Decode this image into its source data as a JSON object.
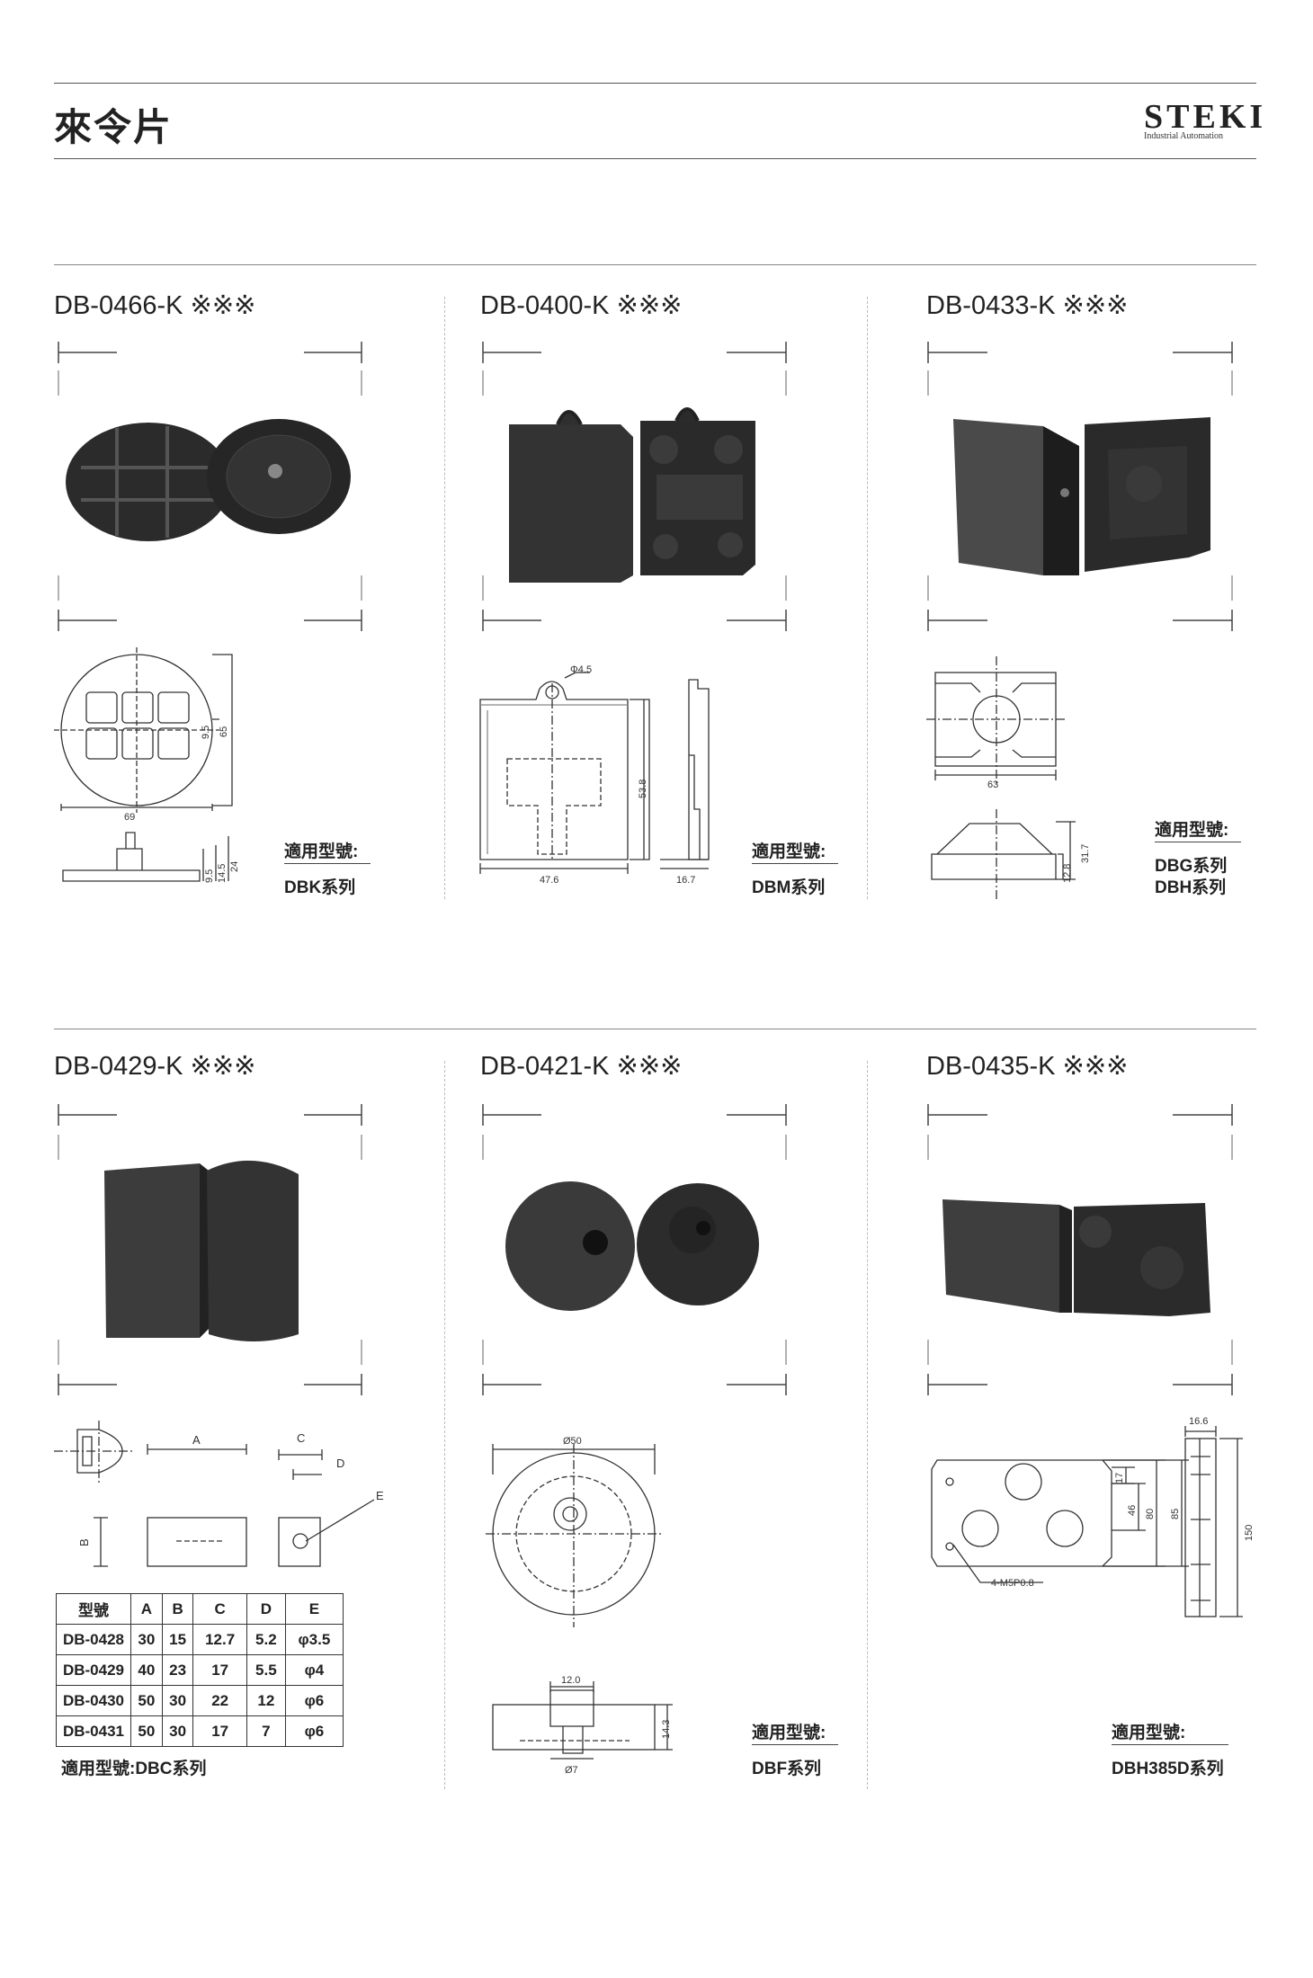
{
  "header": {
    "title": "來令片",
    "logo_word": "STEKI",
    "logo_sub": "Industrial Automation"
  },
  "products": [
    {
      "model": "DB-0466-K ※※※",
      "apply_label": "適用型號:",
      "apply_values": [
        "DBK系列"
      ],
      "dims": [
        "69",
        "9.5",
        "65",
        "9.5",
        "14.5",
        "24"
      ]
    },
    {
      "model": "DB-0400-K ※※※",
      "apply_label": "適用型號:",
      "apply_values": [
        "DBM系列"
      ],
      "dims": [
        "Φ4.5",
        "53.8",
        "47.6",
        "16.7"
      ]
    },
    {
      "model": "DB-0433-K ※※※",
      "apply_label": "適用型號:",
      "apply_values": [
        "DBG系列",
        "DBH系列"
      ],
      "dims": [
        "63",
        "12.8",
        "31.7"
      ]
    },
    {
      "model": "DB-0429-K ※※※",
      "apply_label": "適用型號:DBC系列",
      "dims": [
        "A",
        "B",
        "C",
        "D",
        "E"
      ]
    },
    {
      "model": "DB-0421-K ※※※",
      "apply_label": "適用型號:",
      "apply_values": [
        "DBF系列"
      ],
      "dims": [
        "Ø50",
        "12.0",
        "14.3",
        "Ø7"
      ]
    },
    {
      "model": "DB-0435-K ※※※",
      "apply_label": "適用型號:",
      "apply_values": [
        "DBH385D系列"
      ],
      "dims": [
        "16.6",
        "17",
        "46",
        "80",
        "85",
        "150",
        "4-M5P0.8"
      ]
    }
  ],
  "spec_table": {
    "headers": [
      "型號",
      "A",
      "B",
      "C",
      "D",
      "E"
    ],
    "rows": [
      [
        "DB-0428",
        "30",
        "15",
        "12.7",
        "5.2",
        "φ3.5"
      ],
      [
        "DB-0429",
        "40",
        "23",
        "17",
        "5.5",
        "φ4"
      ],
      [
        "DB-0430",
        "50",
        "30",
        "22",
        "12",
        "φ6"
      ],
      [
        "DB-0431",
        "50",
        "30",
        "17",
        "7",
        "φ6"
      ]
    ]
  }
}
